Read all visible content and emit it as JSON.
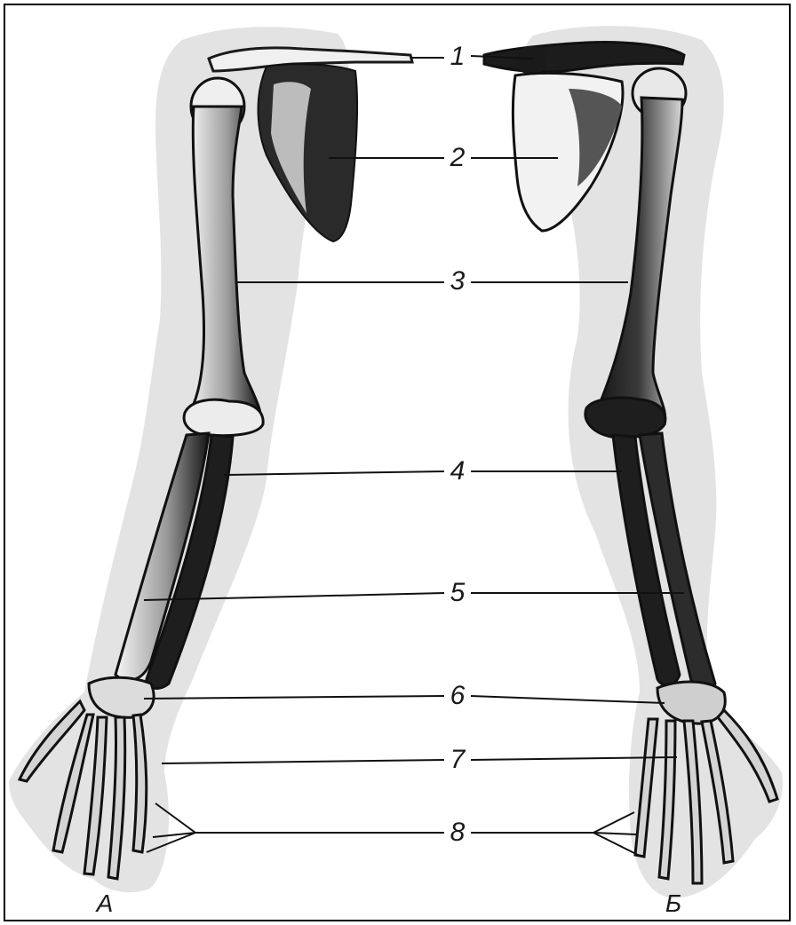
{
  "labels": [
    "1",
    "2",
    "3",
    "4",
    "5",
    "6",
    "7",
    "8"
  ],
  "views": {
    "left": "А",
    "right": "Б"
  },
  "colors": {
    "silhouette": "#e3e3e3",
    "bone_light": "#f2f2f2",
    "bone_dark": "#1c1c1c",
    "leader": "#111111"
  }
}
